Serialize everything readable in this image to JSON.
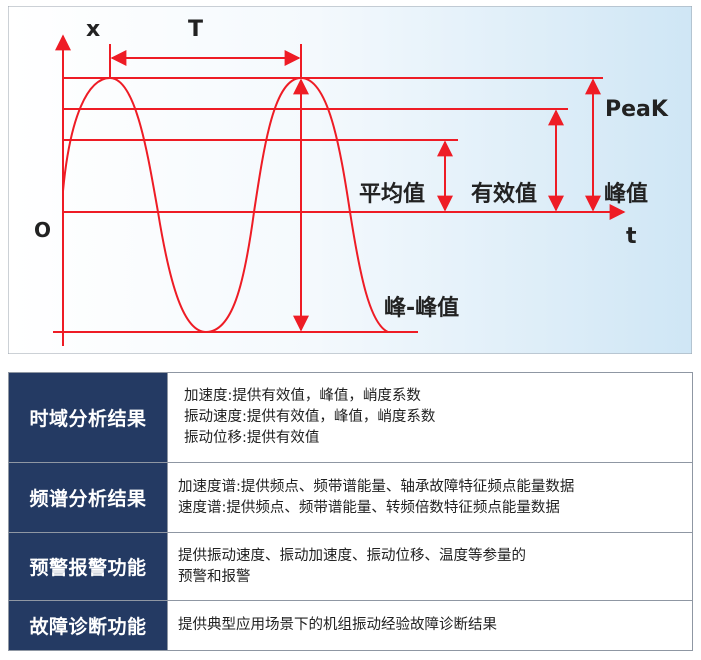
{
  "diagram": {
    "axis_origin": "O",
    "axis_t": "t",
    "label_x": "x",
    "label_T": "T",
    "label_peak": "PeaK",
    "label_average": "平均值",
    "label_rms": "有效值",
    "label_peak_value": "峰值",
    "label_peak_to_peak": "峰-峰值",
    "colors": {
      "line": "#ee1c25",
      "bg_left": "#ffffff",
      "bg_right": "#cfe6f5"
    }
  },
  "table": {
    "rows": [
      {
        "label": "时域分析结果",
        "lines": [
          "加速度:提供有效值，峰值，峭度系数",
          "振动速度:提供有效值，峰值，峭度系数",
          "振动位移:提供有效值"
        ]
      },
      {
        "label": "频谱分析结果",
        "lines": [
          "加速度谱:提供频点、频带谱能量、轴承故障特征频点能量数据",
          "速度谱:提供频点、频带谱能量、转频倍数特征频点能量数据"
        ]
      },
      {
        "label": "预警报警功能",
        "lines": [
          "提供振动速度、振动加速度、振动位移、温度等参量的",
          "预警和报警"
        ]
      },
      {
        "label": "故障诊断功能",
        "lines": [
          "提供典型应用场景下的机组振动经验故障诊断结果"
        ]
      }
    ],
    "colors": {
      "label_bg": "#243a63",
      "label_text": "#ffffff",
      "border": "#8f97a3"
    }
  }
}
